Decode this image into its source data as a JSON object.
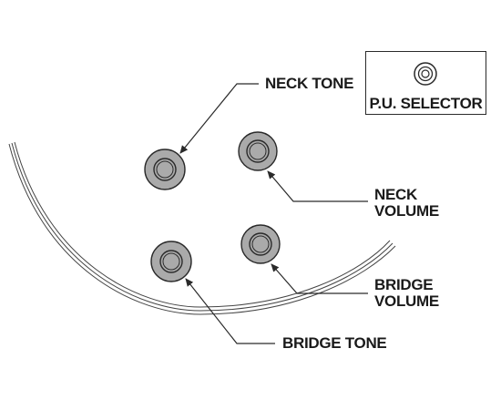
{
  "labels": {
    "neck_tone": "NECK TONE",
    "neck_volume_line1": "NECK",
    "neck_volume_line2": "VOLUME",
    "bridge_volume_line1": "BRIDGE",
    "bridge_volume_line2": "VOLUME",
    "bridge_tone": "BRIDGE TONE",
    "pu_selector": "P.U. SELECTOR"
  },
  "knobs": [
    {
      "name": "neck-tone-knob"
    },
    {
      "name": "neck-volume-knob"
    },
    {
      "name": "bridge-tone-knob"
    },
    {
      "name": "bridge-volume-knob"
    }
  ],
  "colors": {
    "knob_fill": "#aaaaaa",
    "line": "#2a2a2a",
    "text": "#1a1a1a"
  }
}
